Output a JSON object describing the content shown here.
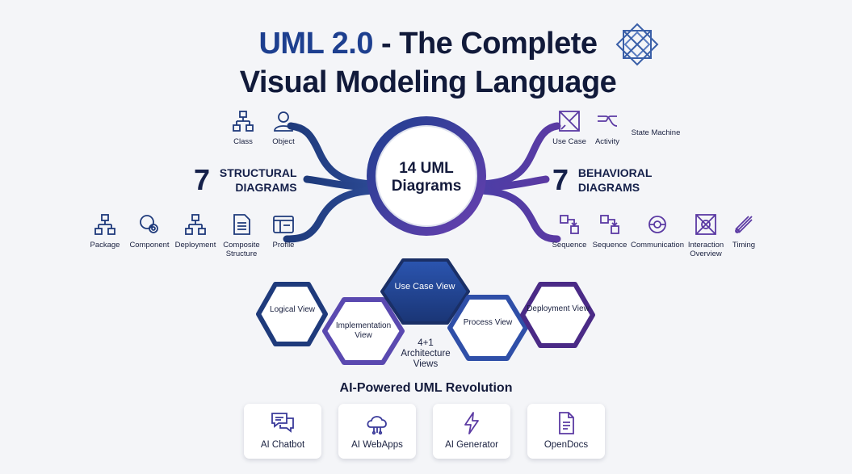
{
  "title": {
    "line1_highlight": "UML 2.0",
    "line1_rest": " - The Complete",
    "line2": "Visual Modeling Language"
  },
  "center": {
    "label": "14 UML Diagrams"
  },
  "structural": {
    "count": "7",
    "label_line1": "STRUCTURAL",
    "label_line2": "DIAGRAMS",
    "top_items": [
      "Class",
      "Object"
    ],
    "bottom_items": [
      "Package",
      "Component",
      "Deployment",
      "Composite Structure",
      "Profile"
    ]
  },
  "behavioral": {
    "count": "7",
    "label_line1": "BEHAVIORAL",
    "label_line2": "DIAGRAMS",
    "top_items": [
      "Use Case",
      "Activity",
      "State Machine"
    ],
    "bottom_items": [
      "Sequence",
      "Sequence",
      "Communication",
      "Interaction Overview",
      "Timing"
    ]
  },
  "views": {
    "logical": "Logical View",
    "implementation": "Implementation View",
    "use_case": "Use Case View",
    "process": "Process View",
    "deployment": "Deployment View",
    "caption_line1": "4+1",
    "caption_line2": "Architecture",
    "caption_line3": "Views"
  },
  "ai": {
    "title": "AI-Powered UML Revolution",
    "cards": [
      "AI Chatbot",
      "AI WebApps",
      "AI Generator",
      "OpenDocs"
    ]
  },
  "colors": {
    "navy": "#1e3a7b",
    "purple": "#5b3aa3",
    "dark_text": "#141b3c",
    "background": "#f4f5f8"
  }
}
